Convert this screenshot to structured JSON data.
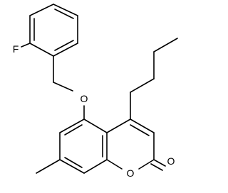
{
  "molecule": {
    "atom_labels": {
      "fluorine": "F",
      "ether_oxygen": "O",
      "ring_oxygen": "O",
      "carbonyl_oxygen": "O"
    }
  },
  "colors": {
    "bond": "#000000",
    "background": "#ffffff"
  }
}
